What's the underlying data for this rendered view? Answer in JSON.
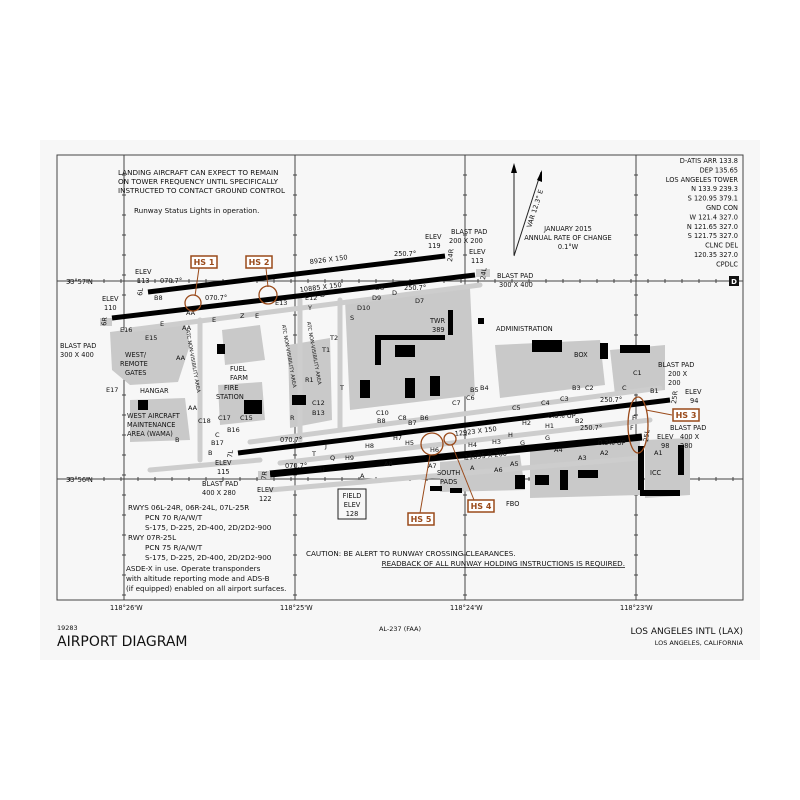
{
  "notes": {
    "landing": [
      "LANDING AIRCRAFT CAN EXPECT TO REMAIN",
      "ON TOWER FREQUENCY UNTIL SPECIFICALLY",
      "INSTRUCTED TO CONTACT GROUND CONTROL"
    ],
    "rwsl": "Runway Status Lights in operation.",
    "pcn": [
      "RWYS 06L-24R, 06R-24L, 07L-25R",
      "PCN  70 R/A/W/T",
      "S-175, D-225, 2D-400, 2D/2D2-900",
      "RWY 07R-25L",
      "PCN  75 R/A/W/T",
      "S-175, D-225, 2D-400, 2D/2D2-900"
    ],
    "asdex": [
      "ASDE-X in use. Operate transponders",
      "with altitude reporting mode and ADS-B",
      "(if equipped) enabled on all airport surfaces."
    ],
    "caution": [
      "CAUTION: BE ALERT TO RUNWAY CROSSING CLEARANCES.",
      "READBACK OF ALL RUNWAY HOLDING INSTRUCTIONS IS REQUIRED."
    ]
  },
  "frequencies": [
    "D-ATIS ARR 133.8",
    "DEP 135.65",
    "LOS ANGELES TOWER",
    "N 133.9 239.3",
    "S 120.95 379.1",
    "GND CON",
    "W 121.4 327.0",
    "N 121.65 327.0",
    "S 121.75 327.0",
    "CLNC DEL",
    "120.35 327.0",
    "CPDLC"
  ],
  "magnetic": {
    "variation": "VAR 12.3° E",
    "date": "JANUARY 2015",
    "rate_label": "ANNUAL RATE OF CHANGE",
    "rate": "0.1°W"
  },
  "grid": {
    "lat": [
      "33°57'N",
      "33°56'N"
    ],
    "lon": [
      "118°26'W",
      "118°25'W",
      "118°24'W",
      "118°23'W"
    ]
  },
  "ds_badge": "D",
  "footer": {
    "number": "19283",
    "title": "AIRPORT DIAGRAM",
    "code": "AL-237 (FAA)",
    "airport": "LOS ANGELES INTL (LAX)",
    "location": "LOS ANGELES, CALIFORNIA"
  },
  "runways": [
    {
      "ends": [
        "6L",
        "24R"
      ],
      "dims": "8926 X 150",
      "headings": [
        "070.7°",
        "250.7°"
      ]
    },
    {
      "ends": [
        "6R",
        "24L"
      ],
      "dims": "10885 X 150",
      "headings": [
        "070.7°",
        "250.7°"
      ]
    },
    {
      "ends": [
        "7L",
        "25R"
      ],
      "dims": "12923 X 150",
      "headings": [
        "070.7°",
        "250.7°"
      ],
      "slope": "0.3% UP"
    },
    {
      "ends": [
        "7R",
        "25L"
      ],
      "dims": "11095 X 200",
      "headings": [
        "070.7°",
        "250.7°"
      ],
      "slope": "0.3% UP"
    }
  ],
  "elevations": {
    "e113w": [
      "ELEV",
      "113"
    ],
    "e110": [
      "ELEV",
      "110"
    ],
    "e119": [
      "ELEV",
      "119"
    ],
    "e113e": [
      "ELEV",
      "113"
    ],
    "e94": [
      "ELEV",
      "94"
    ],
    "e98": [
      "ELEV",
      "98"
    ],
    "e115": [
      "ELEV",
      "115"
    ],
    "e122": [
      "ELEV",
      "122"
    ]
  },
  "blast_pads": {
    "ne1": [
      "BLAST PAD",
      "200 X 200"
    ],
    "ne2": [
      "BLAST PAD",
      "300 X 400"
    ],
    "w": [
      "BLAST PAD",
      "300 X 400"
    ],
    "e1": [
      "BLAST PAD",
      "200 X",
      "200"
    ],
    "e2": [
      "BLAST PAD",
      "400 X",
      "280"
    ],
    "sw": [
      "BLAST PAD",
      "400 X 280"
    ]
  },
  "field_elev": [
    "FIELD",
    "ELEV",
    "128"
  ],
  "hot_spots": {
    "color": "#9a4a1a",
    "labels": [
      "HS 1",
      "HS 2",
      "HS 3",
      "HS 4",
      "HS 5"
    ]
  },
  "facilities": {
    "administration": "ADMINISTRATION",
    "box": "BOX",
    "twr": [
      "TWR",
      "389"
    ],
    "fuel_farm": [
      "FUEL",
      "FARM"
    ],
    "fire_station": [
      "FIRE",
      "STATION"
    ],
    "hangar": "HANGAR",
    "wama": [
      "WEST AIRCRAFT",
      "MAINTENANCE",
      "AREA (WAMA)"
    ],
    "west_remote": [
      "WEST/",
      "REMOTE",
      "GATES"
    ],
    "south_pads": [
      "SOUTH",
      "PADS"
    ],
    "fbo": "FBO",
    "icc": "ICC",
    "atc_nonvis": "ATC NON-VISIBILITY AREA"
  },
  "taxiway_labels": [
    "AA",
    "B8",
    "AA",
    "E",
    "Z",
    "E",
    "E13",
    "E12",
    "D",
    "Y",
    "D10",
    "D9",
    "D8",
    "D7",
    "E16",
    "E15",
    "E17",
    "E",
    "AA",
    "AA",
    "C",
    "B",
    "C18",
    "C17",
    "C15",
    "B16",
    "B17",
    "B",
    "R",
    "R1",
    "C12",
    "B13",
    "T",
    "T1",
    "T2",
    "S",
    "C10",
    "B8",
    "C8",
    "B7",
    "B6",
    "C7",
    "C6",
    "B5",
    "B4",
    "H5",
    "H6",
    "H4",
    "H3",
    "H2",
    "H1",
    "B2",
    "H",
    "H8",
    "H7",
    "H9",
    "A8",
    "A7",
    "A6",
    "A5",
    "A4",
    "A3",
    "A2",
    "A1",
    "A",
    "A",
    "G",
    "G",
    "C5",
    "C4",
    "C3",
    "B3",
    "C2",
    "C1",
    "B1",
    "F",
    "F",
    "C",
    "D",
    "Q",
    "J",
    "U",
    "T"
  ]
}
